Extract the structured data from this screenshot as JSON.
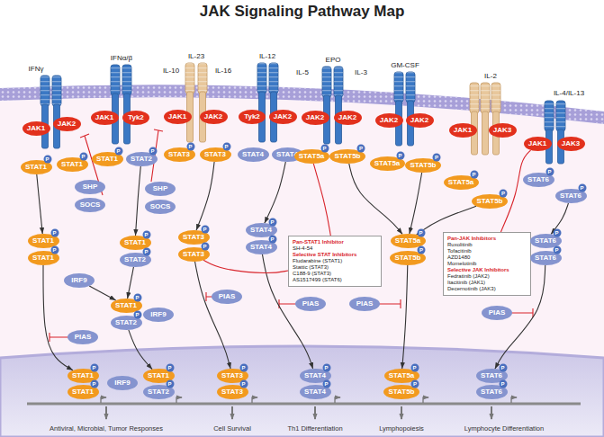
{
  "diagram": {
    "title": "JAK Signaling Pathway Map",
    "nodes": [
      {
        "text": [
          "JAK1"
        ]
      },
      {
        "text": [
          "JAK2"
        ]
      },
      {
        "text": [
          "JAK1"
        ]
      },
      {
        "text": [
          "Tyk2"
        ]
      },
      {
        "text": [
          "JAK1"
        ]
      },
      {
        "text": [
          "JAK2"
        ]
      },
      {
        "text": [
          "Tyk2"
        ]
      },
      {
        "text": [
          "JAK2"
        ]
      },
      {
        "text": [
          "JAK2"
        ]
      },
      {
        "text": [
          "JAK2"
        ]
      },
      {
        "text": [
          "JAK2"
        ]
      },
      {
        "text": [
          "JAK2"
        ]
      },
      {
        "text": [
          "JAK1"
        ]
      },
      {
        "text": [
          "JAK3"
        ]
      },
      {
        "text": [
          "JAK1"
        ]
      },
      {
        "text": [
          "JAK3"
        ]
      },
      {
        "text": [
          "STAT1"
        ]
      },
      {
        "text": [
          "STAT1"
        ]
      },
      {
        "text": [
          "STAT1"
        ]
      },
      {
        "text": [
          "STAT2"
        ]
      },
      {
        "text": [
          "STAT3"
        ]
      },
      {
        "text": [
          "STAT3"
        ]
      },
      {
        "text": [
          "STAT4"
        ]
      },
      {
        "text": [
          "STAT4"
        ]
      },
      {
        "text": [
          "STAT5a"
        ]
      },
      {
        "text": [
          "STAT5b"
        ]
      },
      {
        "text": [
          "STAT5a"
        ]
      },
      {
        "text": [
          "STAT5b"
        ]
      },
      {
        "text": [
          "STAT5a"
        ]
      },
      {
        "text": [
          "STAT5b"
        ]
      },
      {
        "text": [
          "STAT6"
        ]
      },
      {
        "text": [
          "STAT6"
        ]
      },
      {
        "text": [
          "SHP"
        ]
      },
      {
        "text": [
          "SOCS"
        ]
      },
      {
        "text": [
          "SHP"
        ]
      },
      {
        "text": [
          "SOCS"
        ]
      },
      {
        "text": [
          "STAT1"
        ]
      },
      {
        "text": [
          "STAT1"
        ]
      },
      {
        "text": [
          "STAT1"
        ]
      },
      {
        "text": [
          "STAT2"
        ]
      },
      {
        "text": [
          "IRF9"
        ]
      },
      {
        "text": [
          "STAT1"
        ]
      },
      {
        "text": [
          "STAT2"
        ]
      },
      {
        "text": [
          "IRF9"
        ]
      },
      {
        "text": [
          "PIAS"
        ]
      },
      {
        "text": [
          "STAT3"
        ]
      },
      {
        "text": [
          "STAT3"
        ]
      },
      {
        "text": [
          "PIAS"
        ]
      },
      {
        "text": [
          "STAT4"
        ]
      },
      {
        "text": [
          "STAT4"
        ]
      },
      {
        "text": [
          "Pan-STAT1 Inhibitor",
          "SH-4-54",
          "Selective STAT Inhibitors",
          "Fludarabine (STAT1)",
          "Stattic (STAT3)",
          "C188-9 (STAT3)",
          "AS1517499 (STAT6)"
        ]
      },
      {
        "text": [
          "PIAS"
        ]
      },
      {
        "text": [
          "STAT5a"
        ]
      },
      {
        "text": [
          "STAT5b"
        ]
      },
      {
        "text": [
          "PIAS"
        ]
      },
      {
        "text": [
          "Pan-JAK Inhibitors",
          "Ruxolitinib",
          "Tofacitinib",
          "AZD1480",
          "Momelotinib",
          "Selective JAK Inhibitors",
          "Fedratinib (JAK2)",
          "Itacitinib (JAK1)",
          "Decernotinib (JAK3)"
        ]
      },
      {
        "text": [
          "STAT6"
        ]
      },
      {
        "text": [
          "STAT6"
        ]
      },
      {
        "text": [
          "PIAS"
        ]
      },
      {
        "text": [
          "STAT1"
        ]
      },
      {
        "text": [
          "STAT1"
        ]
      },
      {
        "text": [
          "IRF9"
        ]
      },
      {
        "text": [
          "STAT1"
        ]
      },
      {
        "text": [
          "STAT2"
        ]
      },
      {
        "text": [
          "STAT3"
        ]
      },
      {
        "text": [
          "STAT3"
        ]
      },
      {
        "text": [
          "STAT4"
        ]
      },
      {
        "text": [
          "STAT4"
        ]
      },
      {
        "text": [
          "STAT5a"
        ]
      },
      {
        "text": [
          "STAT5b"
        ]
      },
      {
        "text": [
          "STAT6"
        ]
      },
      {
        "text": [
          "STAT6"
        ]
      }
    ],
    "edges": [
      {
        "from": 16,
        "to": 36,
        "arrow": "to"
      },
      {
        "from": 19,
        "to": 38,
        "arrow": "to"
      },
      {
        "from": 39,
        "to": 41,
        "arrow": "to"
      },
      {
        "from": 40,
        "to": 41,
        "arrow": "to"
      },
      {
        "from": 21,
        "to": 45,
        "arrow": "to"
      },
      {
        "from": 23,
        "to": 48,
        "arrow": "to"
      },
      {
        "from": 25,
        "to": 52,
        "arrow": "to"
      },
      {
        "from": 27,
        "to": 52,
        "arrow": "to"
      },
      {
        "from": 29,
        "to": 52,
        "arrow": "to"
      },
      {
        "from": 31,
        "to": 56,
        "arrow": "to"
      },
      {
        "from": 37,
        "to": 59,
        "arrow": "to"
      },
      {
        "from": 42,
        "to": 62,
        "arrow": "to"
      },
      {
        "from": 46,
        "to": 64,
        "arrow": "to"
      },
      {
        "from": 49,
        "to": 66,
        "arrow": "to"
      },
      {
        "from": 53,
        "to": 68,
        "arrow": "to"
      },
      {
        "from": 57,
        "to": 70,
        "arrow": "to"
      },
      {
        "from": 50,
        "to": 46,
        "arrow": "none"
      },
      {
        "from": 55,
        "to": 14,
        "arrow": "none"
      },
      {
        "from": 50,
        "to": 24,
        "arrow": "none"
      }
    ],
    "labels": [
      "IFNγ",
      "IFNα/β",
      "IL-23",
      "IL-10",
      "IL-16",
      "IL-12",
      "EPO",
      "IL-5",
      "IL-3",
      "GM-CSF",
      "IL-2",
      "IL-4/IL-13",
      "Antiviral, Microbial, Tumor Responses",
      "Cell Survival",
      "Th1 Differentiation",
      "Lymphopoiesis",
      "Lymphocyte Differentiation",
      "P",
      "P",
      "P",
      "P",
      "P",
      "P",
      "P",
      "P",
      "P",
      "P",
      "P",
      "P",
      "P",
      "P",
      "P",
      "P",
      "P",
      "P",
      "P",
      "P",
      "P",
      "P",
      "P",
      "P",
      "P",
      "P",
      "P",
      "P",
      "P",
      "P",
      "P",
      "P",
      "P",
      "P",
      "P",
      "P",
      "P",
      "P",
      "P",
      "P"
    ]
  }
}
